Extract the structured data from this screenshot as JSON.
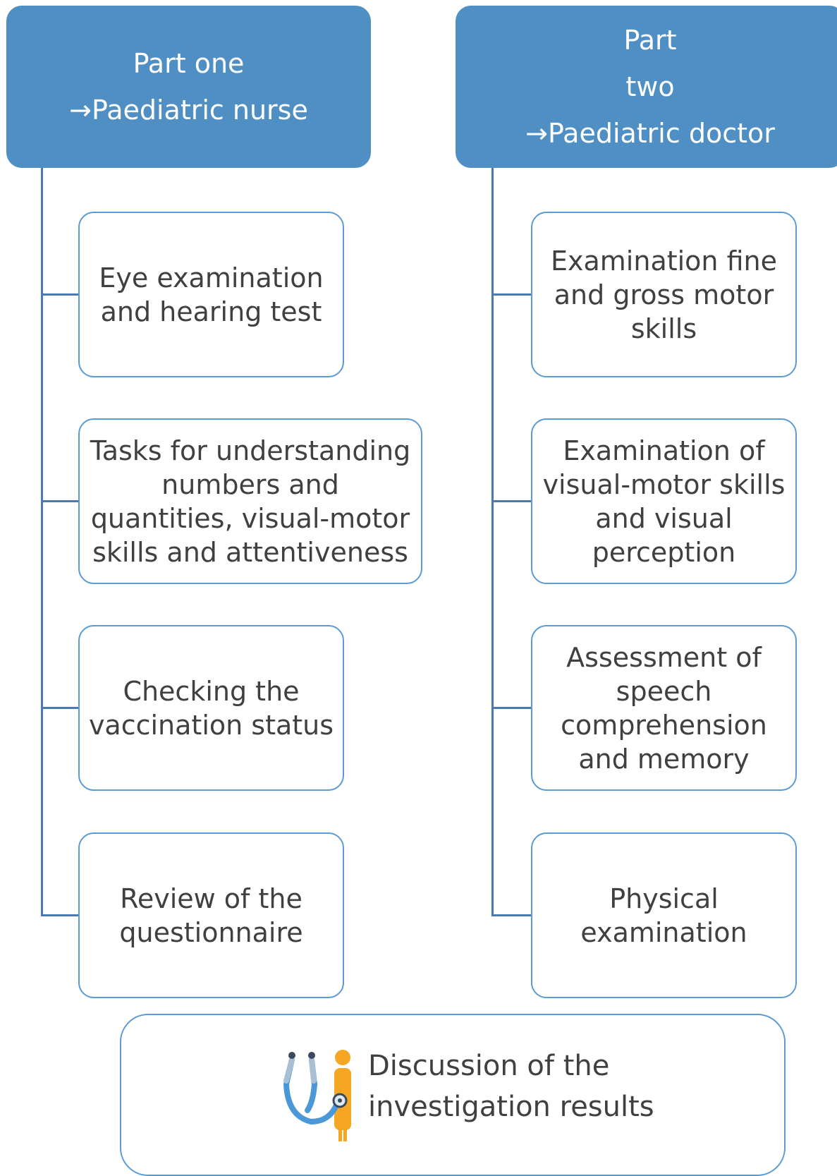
{
  "part_one": {
    "line1": "Part one",
    "line2": "→Paediatric nurse"
  },
  "part_two": {
    "line1": "Part",
    "line2": "two",
    "line3": "→Paediatric doctor"
  },
  "nurse_tasks": [
    "Eye examination and hearing test",
    "Tasks for understanding numbers and quantities, visual-motor skills and attentiveness",
    "Checking the vaccination status",
    "Review of the questionnaire"
  ],
  "doctor_tasks": [
    "Examination fine and gross motor skills",
    "Examination of visual-motor skills and visual perception",
    "Assessment of speech comprehension and memory",
    "Physical examination"
  ],
  "discussion": {
    "text": "Discussion of the investigation results",
    "icon": "doctor-stethoscope-icon"
  },
  "colors": {
    "header_fill": "#4f8fc4",
    "box_border": "#5b9bd5",
    "connector": "#4a7ab0",
    "text": "#404040"
  }
}
